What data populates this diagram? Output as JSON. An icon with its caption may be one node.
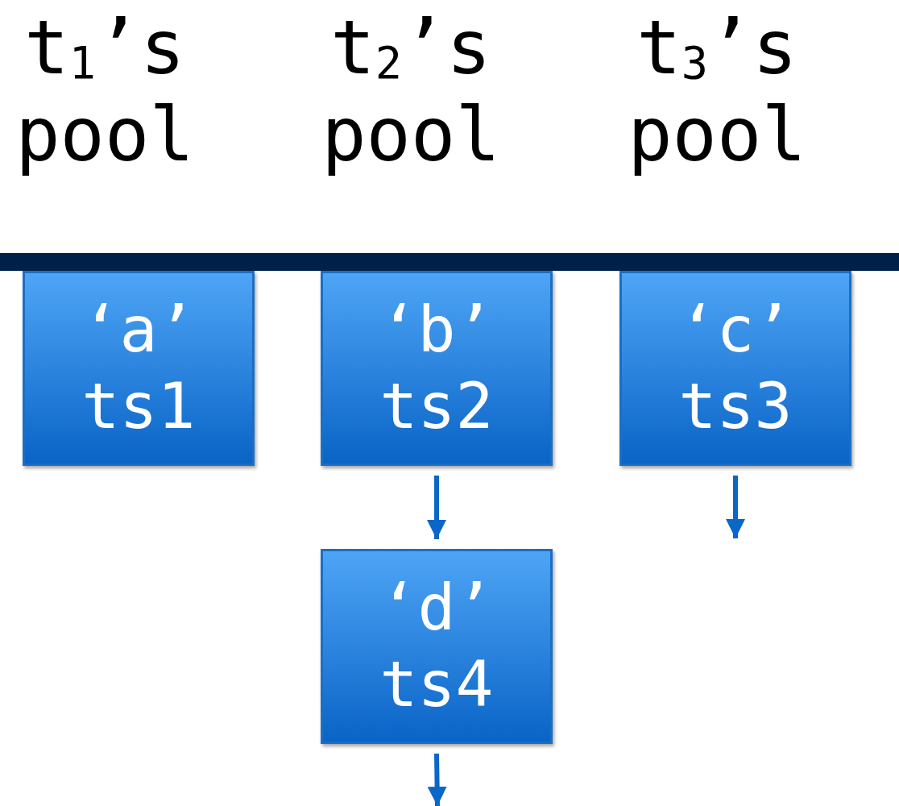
{
  "diagram": {
    "nodes": [
      {
        "text": [],
        "shape": "bar"
      },
      {
        "text": [
          "‘a’ ts1"
        ]
      },
      {
        "text": [
          "‘b’ ts2"
        ]
      },
      {
        "text": [
          "‘c’ ts3"
        ]
      },
      {
        "text": [
          "‘d’ ts4"
        ]
      }
    ],
    "edges": [
      {
        "from": 2,
        "to": 4,
        "arrow": "to"
      },
      {
        "from": 3,
        "to": null,
        "arrow": "to"
      },
      {
        "from": 4,
        "to": null,
        "arrow": "to"
      }
    ],
    "labels": [
      "t$_{1}$’s pool",
      "t$_{2}$’s pool",
      "t$_{3}$’s pool"
    ]
  }
}
